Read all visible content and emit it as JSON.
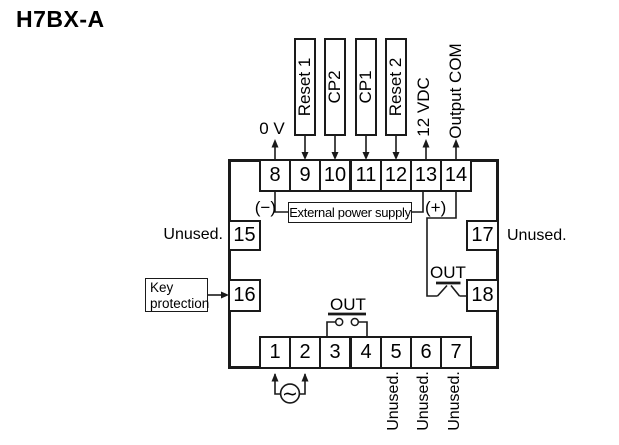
{
  "title": "H7BX-A",
  "terminals": {
    "top": [
      "8",
      "9",
      "10",
      "11",
      "12",
      "13",
      "14"
    ],
    "bottom": [
      "1",
      "2",
      "3",
      "4",
      "5",
      "6",
      "7"
    ],
    "left": [
      "15",
      "16"
    ],
    "right": [
      "17",
      "18"
    ]
  },
  "signal_labels": {
    "terminal_8": "0 V",
    "terminal_9": "Reset 1",
    "terminal_10": "CP2",
    "terminal_11": "CP1",
    "terminal_12": "Reset 2",
    "terminal_13": "12 VDC",
    "terminal_14": "Output COM"
  },
  "external_power_supply": {
    "label": "External power supply",
    "negative": "(−)",
    "positive": "(+)"
  },
  "key_protection": {
    "line1": "Key",
    "line2": "protection"
  },
  "outputs": {
    "contact_out_label": "OUT",
    "transistor_out_label": "OUT"
  },
  "unused_label": "Unused.",
  "ac_source_symbol": "∼",
  "colors": {
    "line": "#1a1a1a",
    "background": "#ffffff"
  }
}
